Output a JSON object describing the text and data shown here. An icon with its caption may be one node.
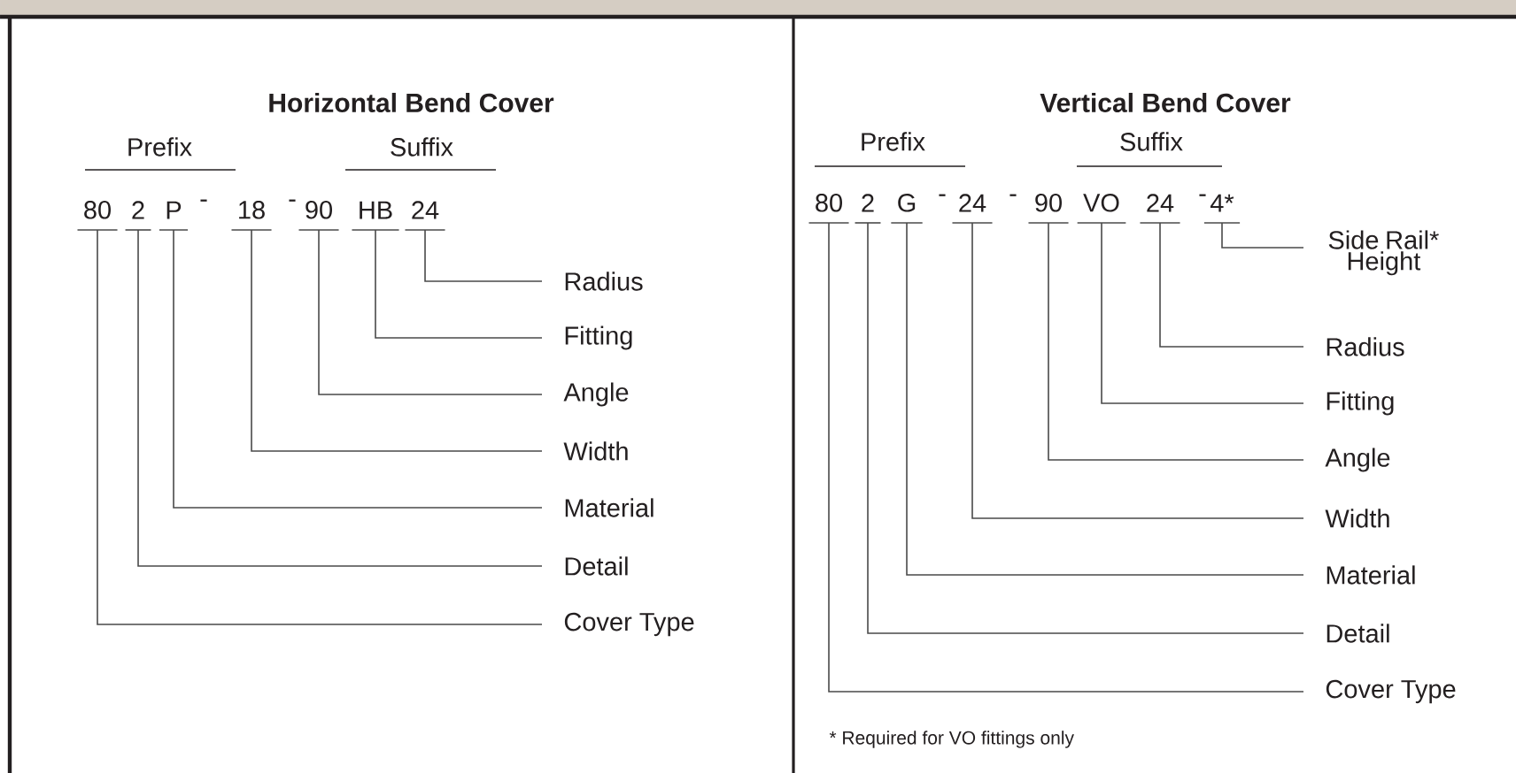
{
  "diagram": {
    "nodes": [
      {
        "text": [
          "80"
        ]
      },
      {
        "text": [
          "2"
        ]
      },
      {
        "text": [
          "P"
        ]
      },
      {
        "text": [
          "18"
        ]
      },
      {
        "text": [
          "90"
        ]
      },
      {
        "text": [
          "HB"
        ]
      },
      {
        "text": [
          "24"
        ]
      },
      {
        "text": [
          "Radius"
        ]
      },
      {
        "text": [
          "Fitting"
        ]
      },
      {
        "text": [
          "Angle"
        ]
      },
      {
        "text": [
          "Width"
        ]
      },
      {
        "text": [
          "Material"
        ]
      },
      {
        "text": [
          "Detail"
        ]
      },
      {
        "text": [
          "Cover Type"
        ]
      },
      {
        "text": [
          "80"
        ]
      },
      {
        "text": [
          "2"
        ]
      },
      {
        "text": [
          "G"
        ]
      },
      {
        "text": [
          "24"
        ]
      },
      {
        "text": [
          "90"
        ]
      },
      {
        "text": [
          "VO"
        ]
      },
      {
        "text": [
          "24"
        ]
      },
      {
        "text": [
          "4*"
        ]
      },
      {
        "text": [
          "Side Rail* Height"
        ]
      },
      {
        "text": [
          "Radius"
        ]
      },
      {
        "text": [
          "Fitting"
        ]
      },
      {
        "text": [
          "Angle"
        ]
      },
      {
        "text": [
          "Width"
        ]
      },
      {
        "text": [
          "Material"
        ]
      },
      {
        "text": [
          "Detail"
        ]
      },
      {
        "text": [
          "Cover Type"
        ]
      }
    ],
    "edges": [
      {
        "from": 6,
        "to": 7,
        "arrow": "none"
      },
      {
        "from": 5,
        "to": 8,
        "arrow": "none"
      },
      {
        "from": 4,
        "to": 9,
        "arrow": "none"
      },
      {
        "from": 3,
        "to": 10,
        "arrow": "none"
      },
      {
        "from": 2,
        "to": 11,
        "arrow": "none"
      },
      {
        "from": 1,
        "to": 12,
        "arrow": "none"
      },
      {
        "from": 0,
        "to": 13,
        "arrow": "none"
      },
      {
        "from": 21,
        "to": 22,
        "arrow": "none"
      },
      {
        "from": 20,
        "to": 23,
        "arrow": "none"
      },
      {
        "from": 19,
        "to": 24,
        "arrow": "none"
      },
      {
        "from": 18,
        "to": 25,
        "arrow": "none"
      },
      {
        "from": 17,
        "to": 26,
        "arrow": "none"
      },
      {
        "from": 16,
        "to": 27,
        "arrow": "none"
      },
      {
        "from": 15,
        "to": 28,
        "arrow": "none"
      },
      {
        "from": 14,
        "to": 29,
        "arrow": "none"
      }
    ],
    "labels": [
      "Horizontal Bend Cover",
      "Prefix",
      "Suffix",
      "-",
      "-",
      "Vertical Bend Cover",
      "Prefix",
      "Suffix",
      "-",
      "-",
      "-",
      "* Required for VO fittings only"
    ]
  }
}
